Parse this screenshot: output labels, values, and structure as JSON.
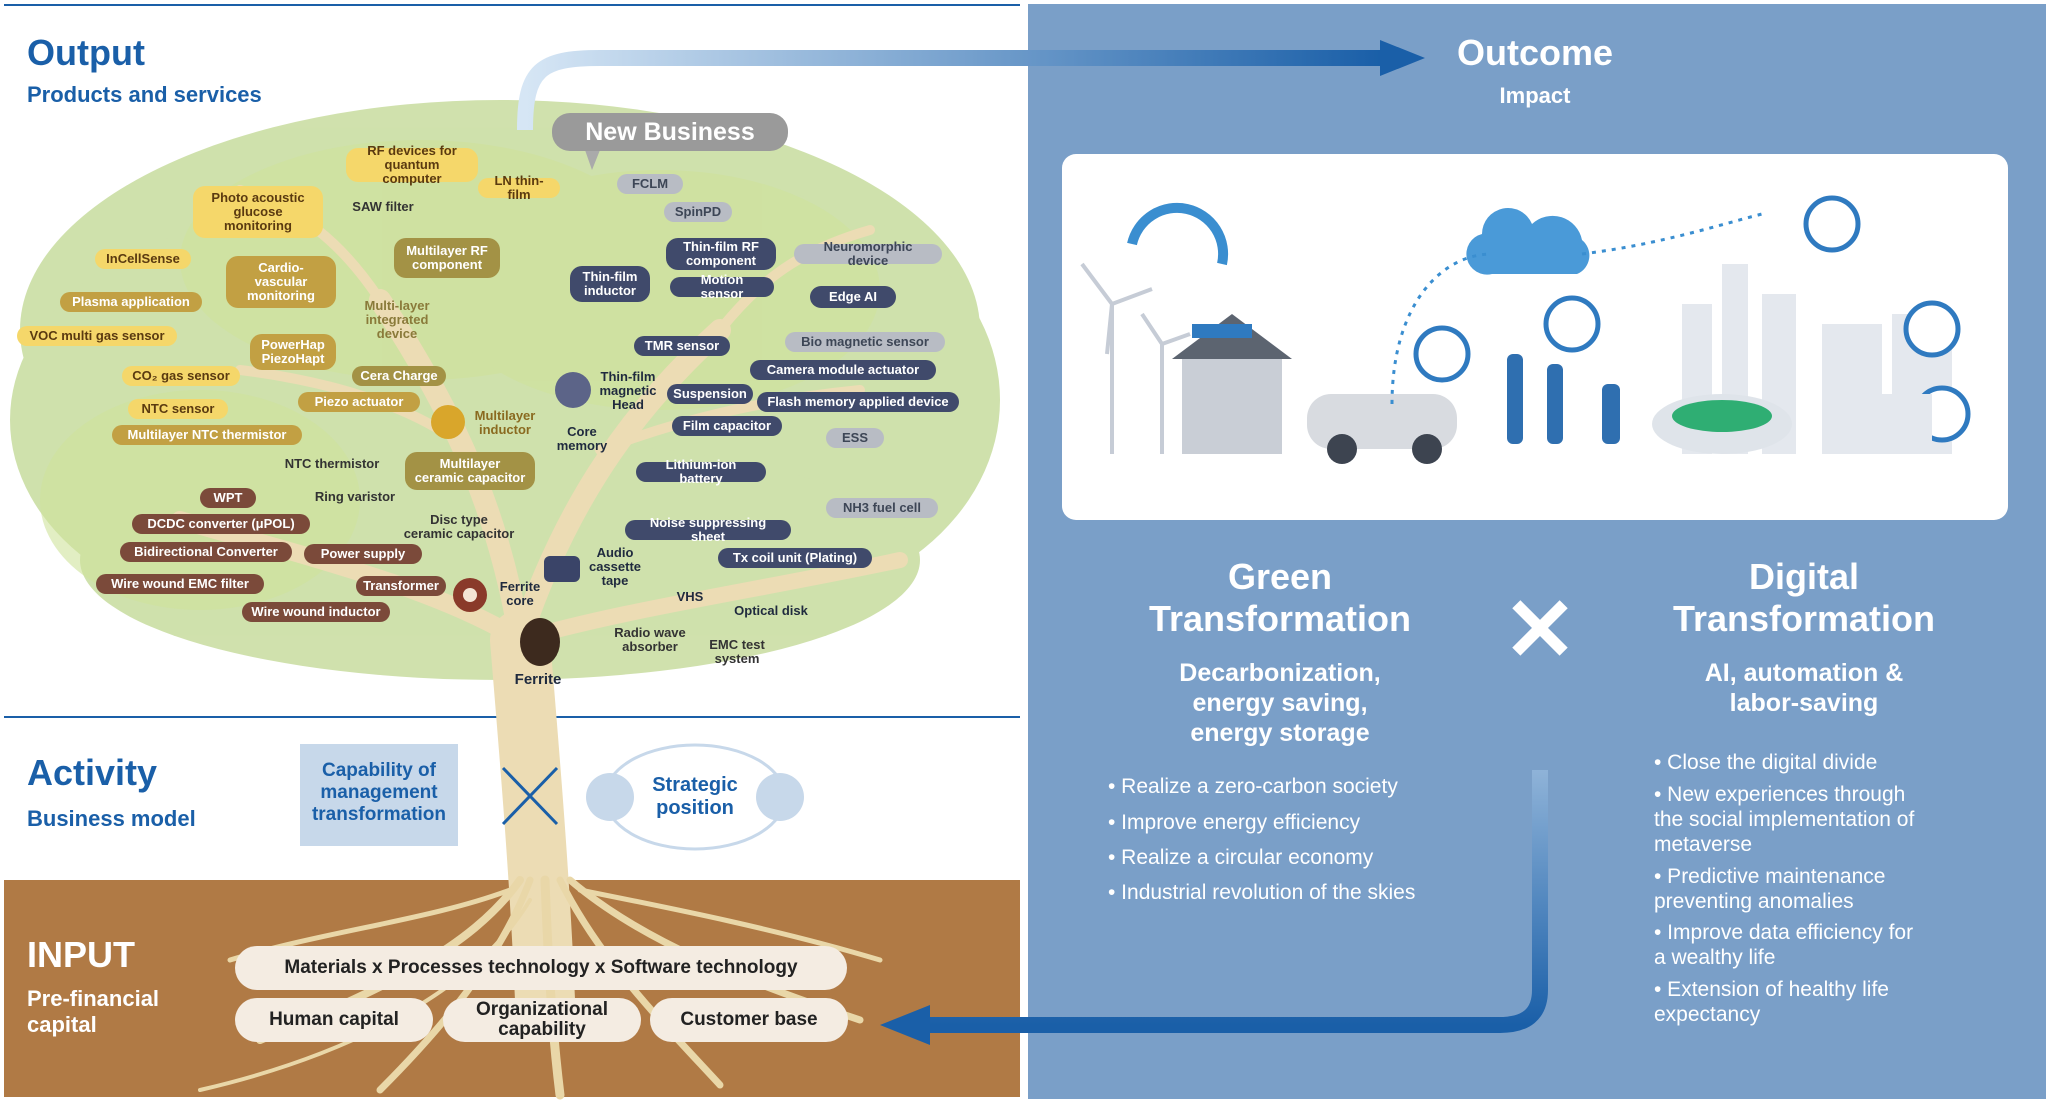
{
  "output": {
    "title": "Output",
    "subtitle": "Products and services"
  },
  "outcome": {
    "title": "Outcome",
    "subtitle": "Impact"
  },
  "new_business": "New Business",
  "activity": {
    "title": "Activity",
    "subtitle": "Business model"
  },
  "capability": "Capability of\nmanagement\ntransformation",
  "strategic": "Strategic\nposition",
  "input": {
    "title": "INPUT",
    "subtitle": "Pre-financial\ncapital"
  },
  "input_pills": {
    "materials": "Materials x Processes technology x Software technology",
    "human": "Human capital",
    "org": "Organizational\ncapability",
    "customer": "Customer base"
  },
  "green": {
    "title": "Green\nTransformation",
    "subtitle": "Decarbonization,\nenergy saving,\nenergy storage",
    "bullets": [
      "• Realize a zero-carbon society",
      "• Improve energy efficiency",
      "• Realize a circular economy",
      "• Industrial revolution of the skies"
    ]
  },
  "times_symbol": "✕",
  "digital": {
    "title": "Digital\nTransformation",
    "subtitle": "AI, automation &\nlabor-saving",
    "bullets": [
      "• Close the digital divide",
      "• New experiences through\n   the social implementation of\n   metaverse",
      "• Predictive maintenance\n   preventing anomalies",
      "• Improve data efficiency for\n   a wealthy life",
      "• Extension of healthy life\n   expectancy"
    ]
  },
  "tree_labels": {
    "rf_quantum": "RF devices for\nquantum computer",
    "photo_glucose": "Photo acoustic\nglucose\nmonitoring",
    "saw": "SAW filter",
    "ln_thin": "LN thin-film",
    "fclm": "FCLM",
    "spinpd": "SpinPD",
    "incellsense": "InCellSense",
    "cardio": "Cardio-\nvascular\nmonitoring",
    "multilayer_rf": "Multilayer RF\ncomponent",
    "thin_rf": "Thin-film RF\ncomponent",
    "neuromorphic": "Neuromorphic device",
    "plasma": "Plasma application",
    "ml_integrated": "Multi-layer\nintegrated\ndevice",
    "thin_inductor": "Thin-film\ninductor",
    "motion": "Motion sensor",
    "edge_ai": "Edge AI",
    "voc": "VOC multi gas sensor",
    "powerhap": "PowerHap\nPiezoHapt",
    "tmr": "TMR sensor",
    "bio_mag": "Bio magnetic sensor",
    "co2": "CO₂ gas sensor",
    "cera": "Cera Charge",
    "thin_head": "Thin-film\nmagnetic\nHead",
    "camera": "Camera module actuator",
    "ntc_sensor": "NTC sensor",
    "piezo": "Piezo actuator",
    "suspension": "Suspension",
    "flash": "Flash memory applied device",
    "ml_ntc": "Multilayer NTC thermistor",
    "ml_inductor": "Multilayer\ninductor",
    "core_memory": "Core\nmemory",
    "film_cap": "Film capacitor",
    "ess": "ESS",
    "ntc_therm": "NTC thermistor",
    "mlcc": "Multilayer\nceramic capacitor",
    "lithium": "Lithium-ion battery",
    "wpt": "WPT",
    "ring": "Ring varistor",
    "nh3": "NH3 fuel cell",
    "dcdc": "DCDC converter (μPOL)",
    "disc_cap": "Disc type\nceramic capacitor",
    "noise": "Noise suppressing sheet",
    "bidir": "Bidirectional Converter",
    "power_supply": "Power supply",
    "audio": "Audio\ncassette\ntape",
    "tx_coil": "Tx coil unit (Plating)",
    "ww_emc": "Wire wound EMC filter",
    "transformer": "Transformer",
    "ferrite_core": "Ferrite\ncore",
    "vhs": "VHS",
    "optical": "Optical disk",
    "ww_inductor": "Wire wound inductor",
    "radio": "Radio wave\nabsorber",
    "emc": "EMC test\nsystem",
    "ferrite": "Ferrite"
  }
}
